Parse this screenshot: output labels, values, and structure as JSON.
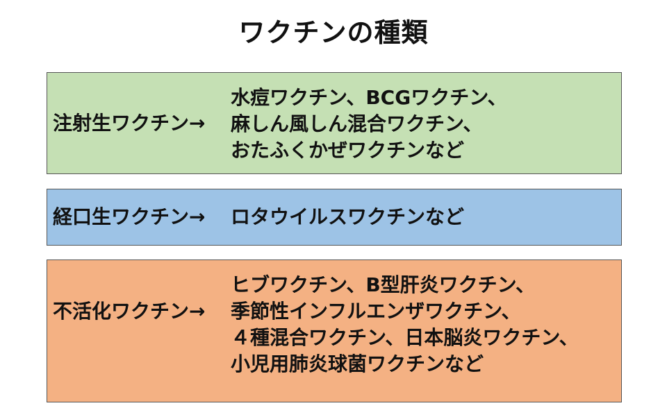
{
  "title": "ワクチンの種類",
  "arrow": "→",
  "categories": [
    {
      "name": "注射生ワクチン",
      "examples": [
        "水痘ワクチン、BCGワクチン、",
        "麻しん風しん混合ワクチン、",
        "おたふくかぜワクチンなど"
      ],
      "color": "#c5e0b4"
    },
    {
      "name": "経口生ワクチン",
      "examples": [
        "ロタウイルスワクチンなど"
      ],
      "color": "#9dc3e6"
    },
    {
      "name": "不活化ワクチン",
      "examples": [
        "ヒブワクチン、B型肝炎ワクチン、",
        "季節性インフルエンザワクチン、",
        "４種混合ワクチン、日本脳炎ワクチン、",
        "小児用肺炎球菌ワクチンなど"
      ],
      "color": "#f4b183"
    }
  ]
}
